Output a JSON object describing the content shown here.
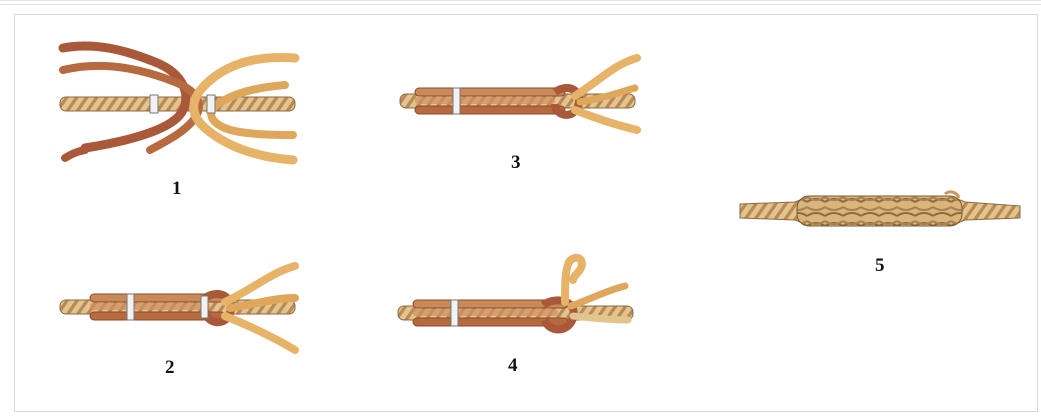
{
  "steps": [
    {
      "number": "1"
    },
    {
      "number": "2"
    },
    {
      "number": "3"
    },
    {
      "number": "4"
    },
    {
      "number": "5"
    }
  ],
  "colors": {
    "rope_light": "#e3c38e",
    "rope_dark": "#b88a55",
    "strand_brown": "#a9583a",
    "strand_tan": "#c98a5a",
    "strand_yellow": "#e7b368",
    "tape": "#f2f2f2"
  }
}
